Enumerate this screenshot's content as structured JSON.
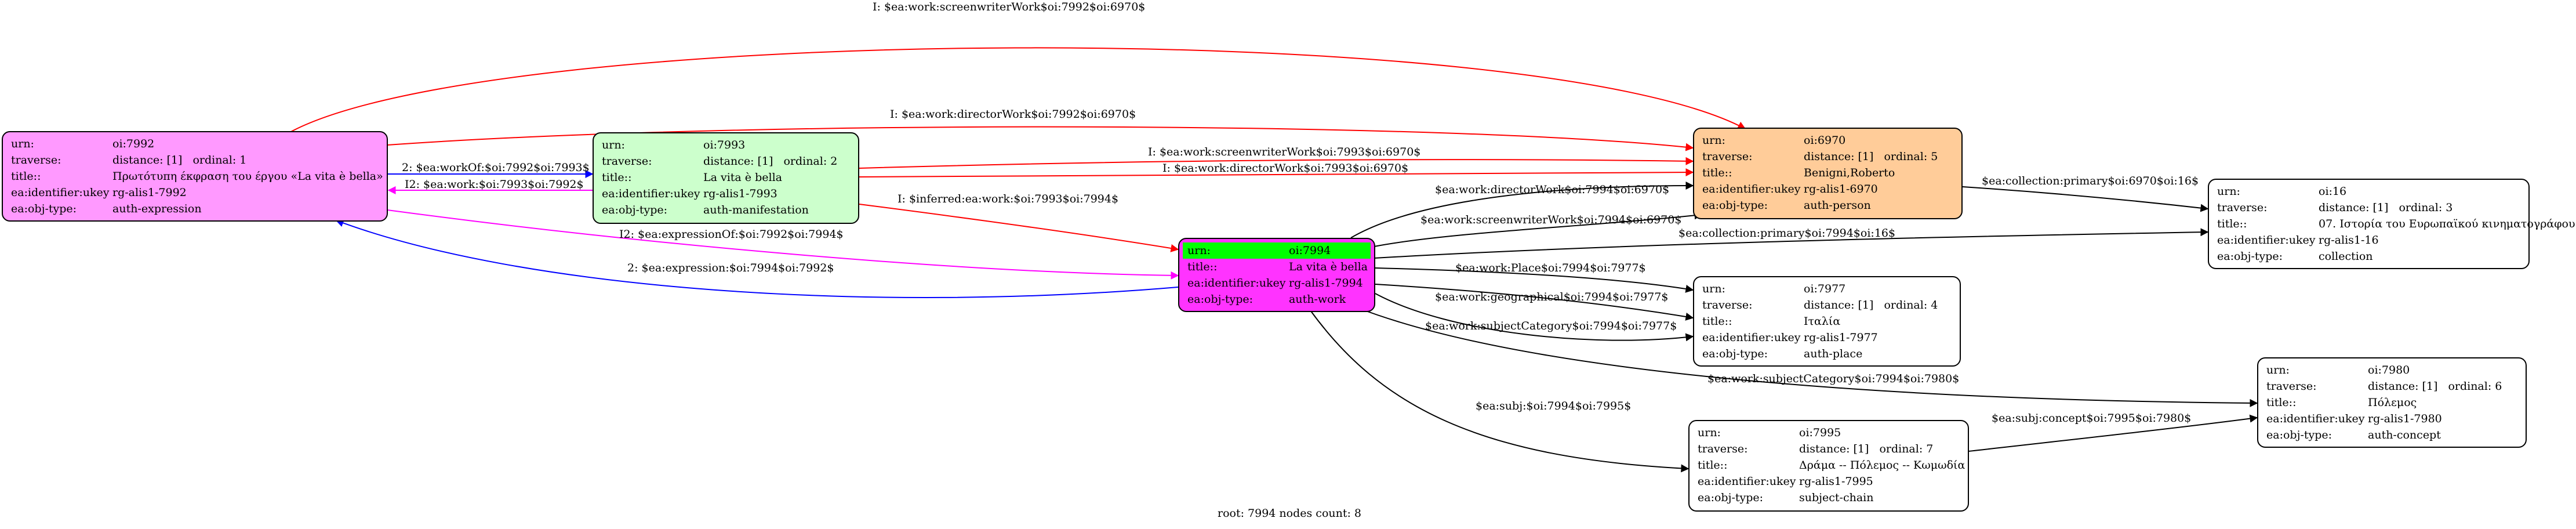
{
  "colors": {
    "n7992": "#ff99ff",
    "n7993": "#ccffcc",
    "n7994": "#ff33ff",
    "n7994_header": "#00ff00",
    "n6970": "#ffcc99",
    "plain": "#ffffff",
    "edge_red": "#ff0000",
    "edge_blue": "#0000ff",
    "edge_magenta": "#ff00ff",
    "edge_black": "#000000"
  },
  "nodes": {
    "n7992": {
      "urn_k": "urn:",
      "urn_v": "oi:7992",
      "traverse_k": "traverse:",
      "traverse_v": "distance: [1]",
      "traverse_v2": "ordinal: 1",
      "title_k": "title::",
      "title_v": "Πρωτότυπη έκφραση του έργου «La vita è bella»",
      "ukey_k": "ea:identifier:ukey",
      "ukey_v": "rg-alis1-7992",
      "type_k": "ea:obj-type:",
      "type_v": "auth-expression"
    },
    "n7993": {
      "urn_k": "urn:",
      "urn_v": "oi:7993",
      "traverse_k": "traverse:",
      "traverse_v": "distance: [1]",
      "traverse_v2": "ordinal: 2",
      "title_k": "title::",
      "title_v": "La vita è bella",
      "ukey_k": "ea:identifier:ukey",
      "ukey_v": "rg-alis1-7993",
      "type_k": "ea:obj-type:",
      "type_v": "auth-manifestation"
    },
    "n7994": {
      "urn_k": "urn:",
      "urn_v": "oi:7994",
      "title_k": "title::",
      "title_v": "La vita è bella",
      "ukey_k": "ea:identifier:ukey",
      "ukey_v": "rg-alis1-7994",
      "type_k": "ea:obj-type:",
      "type_v": "auth-work"
    },
    "n6970": {
      "urn_k": "urn:",
      "urn_v": "oi:6970",
      "traverse_k": "traverse:",
      "traverse_v": "distance: [1]",
      "traverse_v2": "ordinal: 5",
      "title_k": "title::",
      "title_v": "Benigni,Roberto",
      "ukey_k": "ea:identifier:ukey",
      "ukey_v": "rg-alis1-6970",
      "type_k": "ea:obj-type:",
      "type_v": "auth-person"
    },
    "n16": {
      "urn_k": "urn:",
      "urn_v": "oi:16",
      "traverse_k": "traverse:",
      "traverse_v": "distance: [1]",
      "traverse_v2": "ordinal: 3",
      "title_k": "title::",
      "title_v": "07. Ιστορία του Ευρωπαϊκού κινηματογράφου",
      "ukey_k": "ea:identifier:ukey",
      "ukey_v": "rg-alis1-16",
      "type_k": "ea:obj-type:",
      "type_v": "collection"
    },
    "n7977": {
      "urn_k": "urn:",
      "urn_v": "oi:7977",
      "traverse_k": "traverse:",
      "traverse_v": "distance: [1]",
      "traverse_v2": "ordinal: 4",
      "title_k": "title::",
      "title_v": "Ιταλία",
      "ukey_k": "ea:identifier:ukey",
      "ukey_v": "rg-alis1-7977",
      "type_k": "ea:obj-type:",
      "type_v": "auth-place"
    },
    "n7980": {
      "urn_k": "urn:",
      "urn_v": "oi:7980",
      "traverse_k": "traverse:",
      "traverse_v": "distance: [1]",
      "traverse_v2": "ordinal: 6",
      "title_k": "title::",
      "title_v": "Πόλεμος",
      "ukey_k": "ea:identifier:ukey",
      "ukey_v": "rg-alis1-7980",
      "type_k": "ea:obj-type:",
      "type_v": "auth-concept"
    },
    "n7995": {
      "urn_k": "urn:",
      "urn_v": "oi:7995",
      "traverse_k": "traverse:",
      "traverse_v": "distance: [1]",
      "traverse_v2": "ordinal: 7",
      "title_k": "title::",
      "title_v": "Δράμα -- Πόλεμος -- Κωμωδία",
      "ukey_k": "ea:identifier:ukey",
      "ukey_v": "rg-alis1-7995",
      "type_k": "ea:obj-type:",
      "type_v": "subject-chain"
    }
  },
  "edge_labels": {
    "e1": "I: $ea:work:screenwriterWork$oi:7992$oi:6970$",
    "e2": "I: $ea:work:directorWork$oi:7992$oi:6970$",
    "e3": "2: $ea:workOf:$oi:7992$oi:7993$",
    "e4": "I2: $ea:work:$oi:7993$oi:7992$",
    "e5": "I: $ea:work:screenwriterWork$oi:7993$oi:6970$",
    "e6": "I: $ea:work:directorWork$oi:7993$oi:6970$",
    "e7": "I: $inferred:ea:work:$oi:7993$oi:7994$",
    "e8": "I2: $ea:expressionOf:$oi:7992$oi:7994$",
    "e9": "2: $ea:expression:$oi:7994$oi:7992$",
    "e10": "$ea:work:directorWork$oi:7994$oi:6970$",
    "e11": "$ea:work:screenwriterWork$oi:7994$oi:6970$",
    "e12": "$ea:collection:primary$oi:6970$oi:16$",
    "e13": "$ea:collection:primary$oi:7994$oi:16$",
    "e14": "$ea:work:Place$oi:7994$oi:7977$",
    "e15": "$ea:work:geographical$oi:7994$oi:7977$",
    "e16": "$ea:work:subjectCategory$oi:7994$oi:7977$",
    "e17": "$ea:work:subjectCategory$oi:7994$oi:7980$",
    "e18": "$ea:subj:$oi:7994$oi:7995$",
    "e19": "$ea:subj:concept$oi:7995$oi:7980$"
  },
  "footer": "root: 7994 nodes count: 8"
}
